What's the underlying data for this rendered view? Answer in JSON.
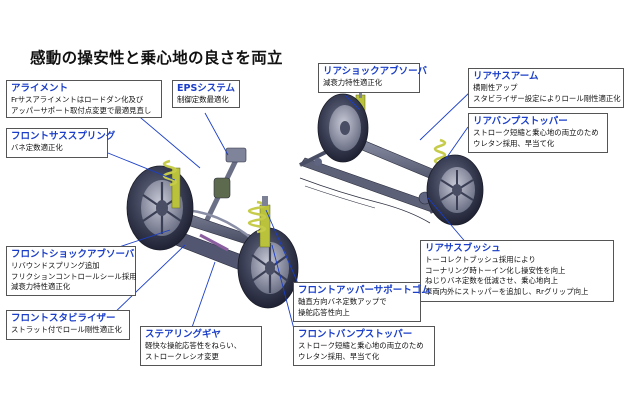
{
  "title": "感動の操安性と乗心地の良さを両立",
  "colors": {
    "heading": "#1a3ec8",
    "leader": "#1a3ec8",
    "border": "#555555"
  },
  "callouts": {
    "alignment": {
      "heading": "アライメント",
      "lines": [
        "Frサスアライメントはロードダン化及び",
        "アッパーサポート取付点変更で最適見直し"
      ]
    },
    "eps": {
      "heading": "EPSシステム",
      "lines": [
        "制御定数最適化"
      ]
    },
    "rear_shock": {
      "heading": "リアショックアブソーバ",
      "lines": [
        "減衰力特性適正化"
      ]
    },
    "rear_arm": {
      "heading": "リアサスアーム",
      "lines": [
        "横剛性アップ",
        "スタビライザー設定によりロール剛性適正化"
      ]
    },
    "front_spring": {
      "heading": "フロントサススプリング",
      "lines": [
        "バネ定数適正化"
      ]
    },
    "rear_bump": {
      "heading": "リアバンプストッパー",
      "lines": [
        "ストローク短縮と乗心地の両立のため",
        "ウレタン採用、早当て化"
      ]
    },
    "rear_bush": {
      "heading": "リアサスブッシュ",
      "lines": [
        "トーコレクトブッシュ採用により",
        "コーナリング時トーイン化し操安性を向上",
        "ねじりバネ定数を低減させ、乗心地向上",
        "車両内外にストッパーを追加し、Rrグリップ向上"
      ]
    },
    "front_shock": {
      "heading": "フロントショックアブソーバ",
      "lines": [
        "リバウンドスプリング追加",
        "フリクションコントロールシール採用",
        "減衰力特性適正化"
      ]
    },
    "front_upper": {
      "heading": "フロントアッパーサポートゴム",
      "lines": [
        "軸直方向バネ定数アップで",
        "操舵応答性向上"
      ]
    },
    "front_stab": {
      "heading": "フロントスタビライザー",
      "lines": [
        "ストラット付でロール剛性適正化"
      ]
    },
    "steering": {
      "heading": "ステアリングギヤ",
      "lines": [
        "軽快な操舵応答性をねらい、",
        "ストロークレシオ変更"
      ]
    },
    "front_bump": {
      "heading": "フロントバンプストッパー",
      "lines": [
        "ストローク短縮と乗心地の両立のため",
        "ウレタン採用、早当て化"
      ]
    }
  }
}
